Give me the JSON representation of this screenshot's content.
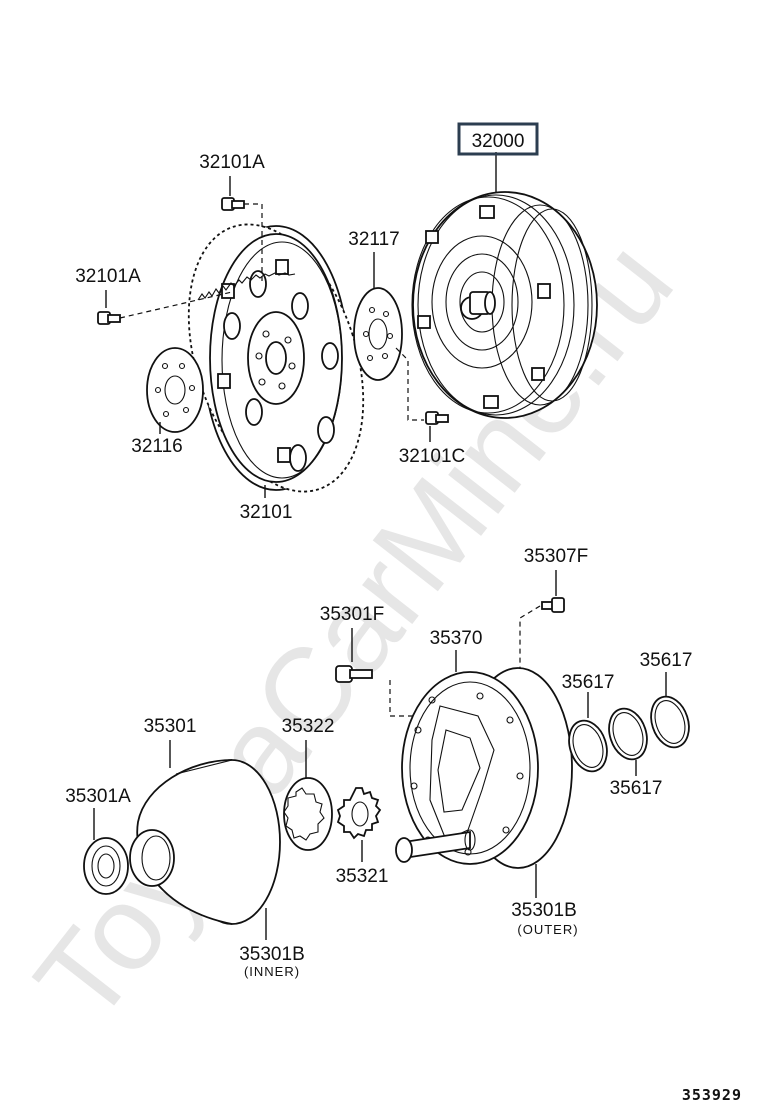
{
  "watermark": "ToyotaCarMine.ru",
  "diagram_id": "353929",
  "selected_part": "32000",
  "labels": {
    "p32000": "32000",
    "p32101A_top": "32101A",
    "p32101A_left": "32101A",
    "p32117": "32117",
    "p32116": "32116",
    "p32101": "32101",
    "p32101C": "32101C",
    "p35307F": "35307F",
    "p35301F": "35301F",
    "p35370": "35370",
    "p35617_a": "35617",
    "p35617_b": "35617",
    "p35617_c": "35617",
    "p35301": "35301",
    "p35322": "35322",
    "p35301A": "35301A",
    "p35321": "35321",
    "p35301B_outer": "35301B",
    "outer_note": "(OUTER)",
    "p35301B_inner": "35301B",
    "inner_note": "(INNER)"
  },
  "colors": {
    "selection_box": "#2c3e50",
    "ink": "#111111",
    "watermark": "#e6e6e6"
  }
}
